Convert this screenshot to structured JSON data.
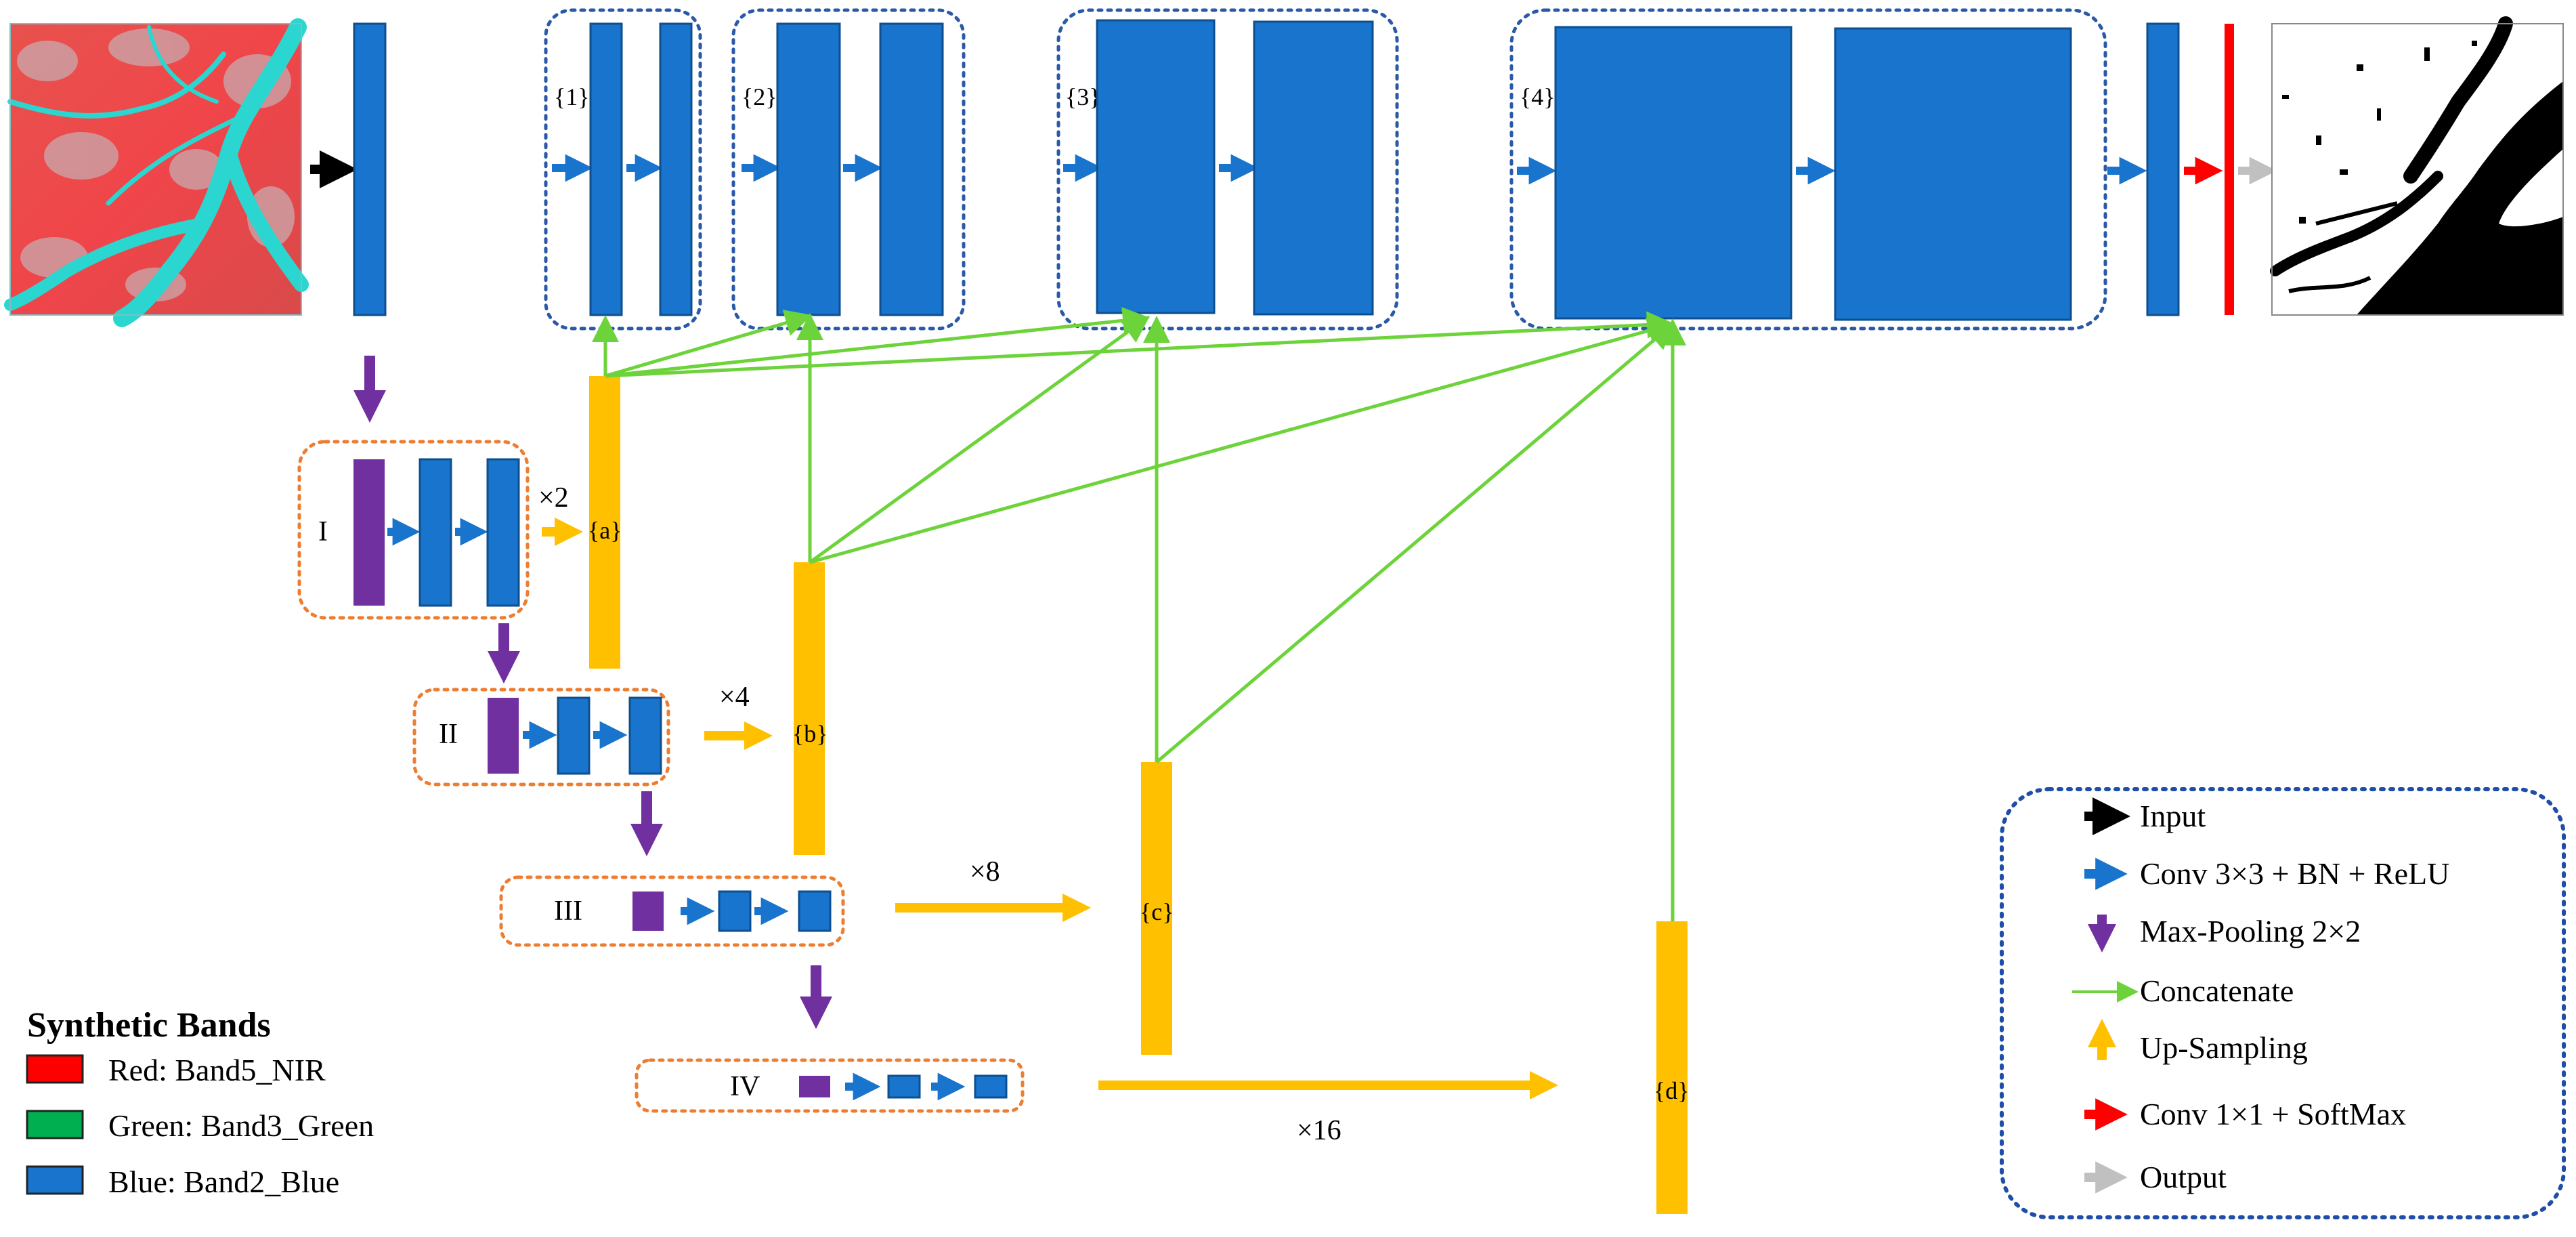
{
  "colors": {
    "conv_block": "#1874cd",
    "block_border": "#0d4f8f",
    "pool_block": "#7030a0",
    "upsample_bar": "#ffc000",
    "concat_line": "#6dd33a",
    "final_conv": "#ff0000",
    "output_arrow": "#c0c0c0",
    "input_arrow": "#000000",
    "decoder_frame": "#2a59a8",
    "encoder_frame": "#ed7d31",
    "legend_frame": "#1f4ea8",
    "band_red": "#ff0000",
    "band_green": "#00b050",
    "band_blue": "#1874cd"
  },
  "input_image": {
    "icon": "false-color-satellite-image"
  },
  "output_image": {
    "icon": "binary-water-mask"
  },
  "decoder_stages": [
    {
      "label": "{1}"
    },
    {
      "label": "{2}"
    },
    {
      "label": "{3}"
    },
    {
      "label": "{4}"
    }
  ],
  "encoder_stages": [
    {
      "label": "I"
    },
    {
      "label": "II"
    },
    {
      "label": "III"
    },
    {
      "label": "IV"
    }
  ],
  "upsample_bars": [
    {
      "label": "{a}",
      "factor": "×2"
    },
    {
      "label": "{b}",
      "factor": "×4"
    },
    {
      "label": "{c}",
      "factor": "×8"
    },
    {
      "label": "{d}",
      "factor": "×16"
    }
  ],
  "legend": {
    "items": [
      {
        "icon": "black-arrow-icon",
        "label": "Input"
      },
      {
        "icon": "blue-arrow-icon",
        "label": "Conv 3×3 + BN + ReLU"
      },
      {
        "icon": "purple-down-arrow-icon",
        "label": "Max-Pooling 2×2"
      },
      {
        "icon": "green-line-arrow-icon",
        "label": "Concatenate"
      },
      {
        "icon": "yellow-up-arrow-icon",
        "label": "Up-Sampling"
      },
      {
        "icon": "red-arrow-icon",
        "label": "Conv 1×1 + SoftMax"
      },
      {
        "icon": "gray-arrow-icon",
        "label": "Output"
      }
    ]
  },
  "bands": {
    "title": "Synthetic Bands",
    "items": [
      {
        "label": "Red: Band5_NIR"
      },
      {
        "label": "Green: Band3_Green"
      },
      {
        "label": "Blue: Band2_Blue"
      }
    ]
  }
}
